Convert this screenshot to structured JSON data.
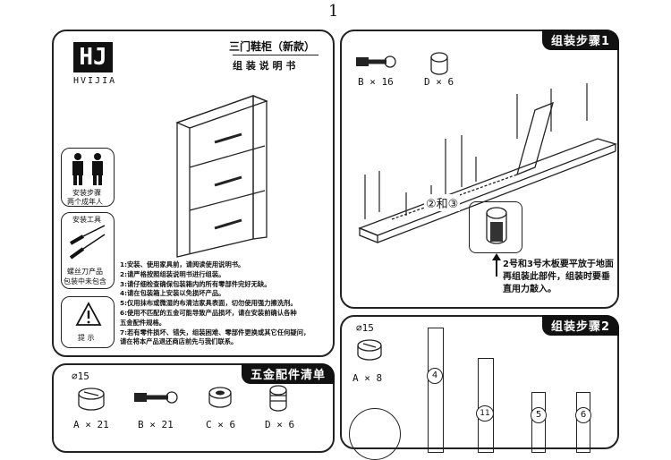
{
  "page_number": "1",
  "brand": {
    "logo_text": "HJ",
    "logo_sub": "HVIJIA"
  },
  "title": {
    "line1": "三门鞋柜（新款）",
    "line2": "组 装 说 明 书"
  },
  "side": {
    "people_caption_1": "安装步骤",
    "people_caption_2": "两个成年人",
    "tools_title": "安装工具",
    "tools_caption_1": "螺丝刀产品",
    "tools_caption_2": "包装中未包含",
    "warning_caption": "提 示"
  },
  "notes": [
    "1:安装、使用家具前，请阅读使用说明书。",
    "2:请严格按照组装说明书进行组装。",
    "3:请仔细检查确保包装箱内的所有零部件完好无缺。",
    "4:请在包装箱上安装以免损坏产品。",
    "5:仅用抹布或微湿的布清洁家具表面，切勿使用强力擦洗剂。",
    "6:使用不匹配的五金可能导致产品损坏，请在安装前确认各种",
    "   五金配件规格。",
    "7:若有零件损坏、错失，组装困难、零部件更换或其它任何疑问，",
    "   请在将本产品退还商店前先与我们联系。"
  ],
  "hardware_list": {
    "title": "五金配件清单",
    "dim_label": "⌀15",
    "items": [
      {
        "label": "A × 21"
      },
      {
        "label": "B × 21"
      },
      {
        "label": "C × 6"
      },
      {
        "label": "D × 6"
      }
    ]
  },
  "step1": {
    "title": "组装步骤1",
    "parts": [
      {
        "label": "B × 16"
      },
      {
        "label": "D × 6"
      }
    ],
    "boards_label": "②和③",
    "note": "2号和3号木板要平放于地面再组装此部件，组装时要垂直用力敲入。"
  },
  "step2": {
    "title": "组装步骤2",
    "dim_label": "⌀15",
    "part_label": "A × 8",
    "board_numbers": [
      "4",
      "11",
      "5",
      "6"
    ]
  }
}
